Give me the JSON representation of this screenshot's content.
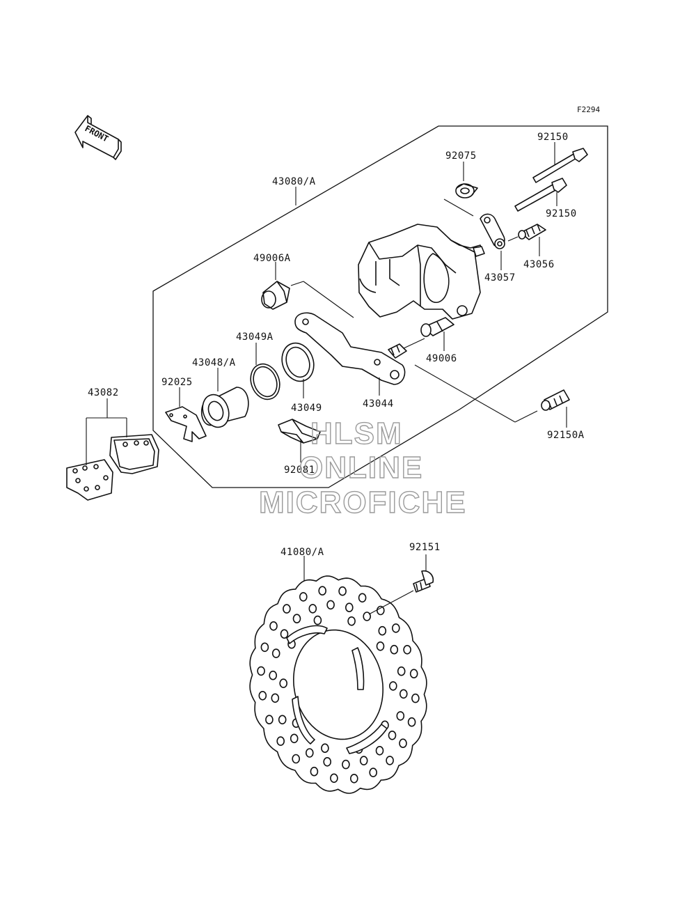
{
  "figure_code": "F2294",
  "front_label": "FRONT",
  "watermark": {
    "line1": "HLSM",
    "line2": "ONLINE",
    "line3": "MICROFICHE"
  },
  "labels": {
    "l_43080A": "43080/A",
    "l_92075": "92075",
    "l_92150_top": "92150",
    "l_92150_mid": "92150",
    "l_43056": "43056",
    "l_43057": "43057",
    "l_49006A": "49006A",
    "l_49006": "49006",
    "l_43049A": "43049A",
    "l_43048A": "43048/A",
    "l_92025": "92025",
    "l_43049": "43049",
    "l_43044": "43044",
    "l_92150A": "92150A",
    "l_43082": "43082",
    "l_92081": "92081",
    "l_41080A": "41080/A",
    "l_92151": "92151"
  }
}
